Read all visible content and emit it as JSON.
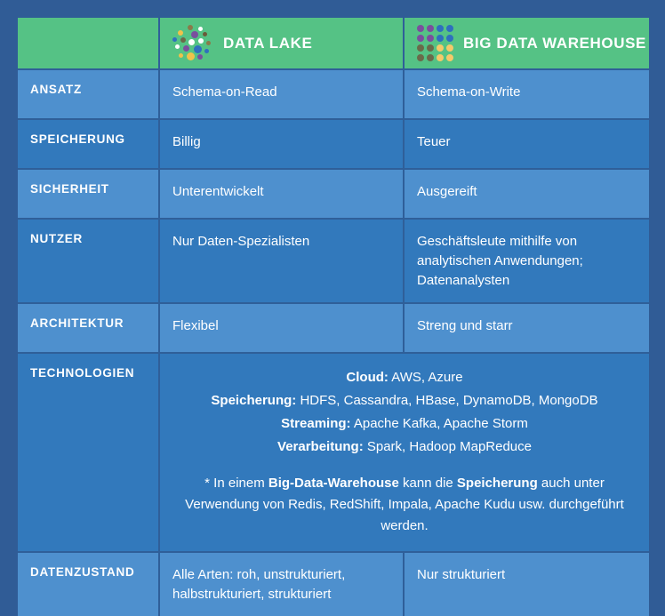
{
  "colors": {
    "page_background": "#305c96",
    "header_green": "#55c285",
    "row_light_blue": "#4e90ce",
    "row_dark_blue": "#3279bc",
    "grid_line": "#2f5f99",
    "text": "#ffffff"
  },
  "header": {
    "blank_label": "",
    "columns": [
      {
        "icon": "data-lake-dots-icon",
        "title": "DATA LAKE"
      },
      {
        "icon": "big-data-warehouse-grid-icon",
        "title": "BIG DATA WAREHOUSE"
      }
    ]
  },
  "icons": {
    "data_lake_dots": [
      {
        "x": 17,
        "y": 0,
        "d": 6,
        "c": "#8a7a4a"
      },
      {
        "x": 29,
        "y": 2,
        "d": 5,
        "c": "#ffffff"
      },
      {
        "x": 6,
        "y": 6,
        "d": 6,
        "c": "#f0c24a"
      },
      {
        "x": 21,
        "y": 7,
        "d": 8,
        "c": "#7a4f9e"
      },
      {
        "x": 34,
        "y": 8,
        "d": 5,
        "c": "#6a5a3a"
      },
      {
        "x": 0,
        "y": 14,
        "d": 5,
        "c": "#2f6fbe"
      },
      {
        "x": 9,
        "y": 14,
        "d": 6,
        "c": "#6a6a4a"
      },
      {
        "x": 18,
        "y": 16,
        "d": 7,
        "c": "#ffffff"
      },
      {
        "x": 29,
        "y": 15,
        "d": 6,
        "c": "#ffffff"
      },
      {
        "x": 38,
        "y": 18,
        "d": 5,
        "c": "#8a7a4a"
      },
      {
        "x": 3,
        "y": 22,
        "d": 5,
        "c": "#ffffff"
      },
      {
        "x": 12,
        "y": 23,
        "d": 7,
        "c": "#7a4f9e"
      },
      {
        "x": 24,
        "y": 23,
        "d": 9,
        "c": "#2f6fbe"
      },
      {
        "x": 36,
        "y": 27,
        "d": 5,
        "c": "#2f6fbe"
      },
      {
        "x": 7,
        "y": 32,
        "d": 5,
        "c": "#f0c24a"
      },
      {
        "x": 16,
        "y": 31,
        "d": 9,
        "c": "#f0c24a"
      },
      {
        "x": 28,
        "y": 33,
        "d": 6,
        "c": "#7a4f9e"
      }
    ],
    "warehouse_grid": [
      "#7a4f9e",
      "#7a4f9e",
      "#2f6fbe",
      "#2f6fbe",
      "#7a4f9e",
      "#7a4f9e",
      "#2f6fbe",
      "#2f6fbe",
      "#6a6a4a",
      "#6a6a4a",
      "#f5c96a",
      "#f5c96a",
      "#6a6a4a",
      "#6a6a4a",
      "#f5c96a",
      "#f5c96a"
    ]
  },
  "rows": {
    "ansatz": {
      "label": "ANSATZ",
      "lake": "Schema-on-Read",
      "dwh": "Schema-on-Write"
    },
    "speicherung": {
      "label": "SPEICHERUNG",
      "lake": "Billig",
      "dwh": "Teuer"
    },
    "sicherheit": {
      "label": "SICHERHEIT",
      "lake": "Unterentwickelt",
      "dwh": "Ausgereift"
    },
    "nutzer": {
      "label": "NUTZER",
      "lake": "Nur Daten-Spezialisten",
      "dwh": "Geschäftsleute mithilfe von analytischen Anwendungen; Datenanalysten"
    },
    "architektur": {
      "label": "ARCHITEKTUR",
      "lake": "Flexibel",
      "dwh": "Streng und starr"
    },
    "datenzustand": {
      "label": "DATENZUSTAND",
      "lake": "Alle Arten: roh, unstrukturiert, halbstrukturiert, strukturiert",
      "dwh": "Nur strukturiert"
    }
  },
  "technologien": {
    "label": "TECHNOLOGIEN",
    "lines": [
      {
        "key": "Cloud:",
        "value": " AWS, Azure"
      },
      {
        "key": "Speicherung:",
        "value": " HDFS, Cassandra, HBase, DynamoDB, MongoDB"
      },
      {
        "key": "Streaming:",
        "value": " Apache Kafka, Apache Storm"
      },
      {
        "key": "Verarbeitung:",
        "value": " Spark, Hadoop MapReduce"
      }
    ],
    "note": {
      "part1": "* In einem ",
      "bold1": "Big-Data-Warehouse",
      "part2": " kann die ",
      "bold2": "Speicherung",
      "part3": " auch unter Verwendung von Redis, RedShift, Impala, Apache Kudu usw. durchgeführt werden."
    }
  }
}
